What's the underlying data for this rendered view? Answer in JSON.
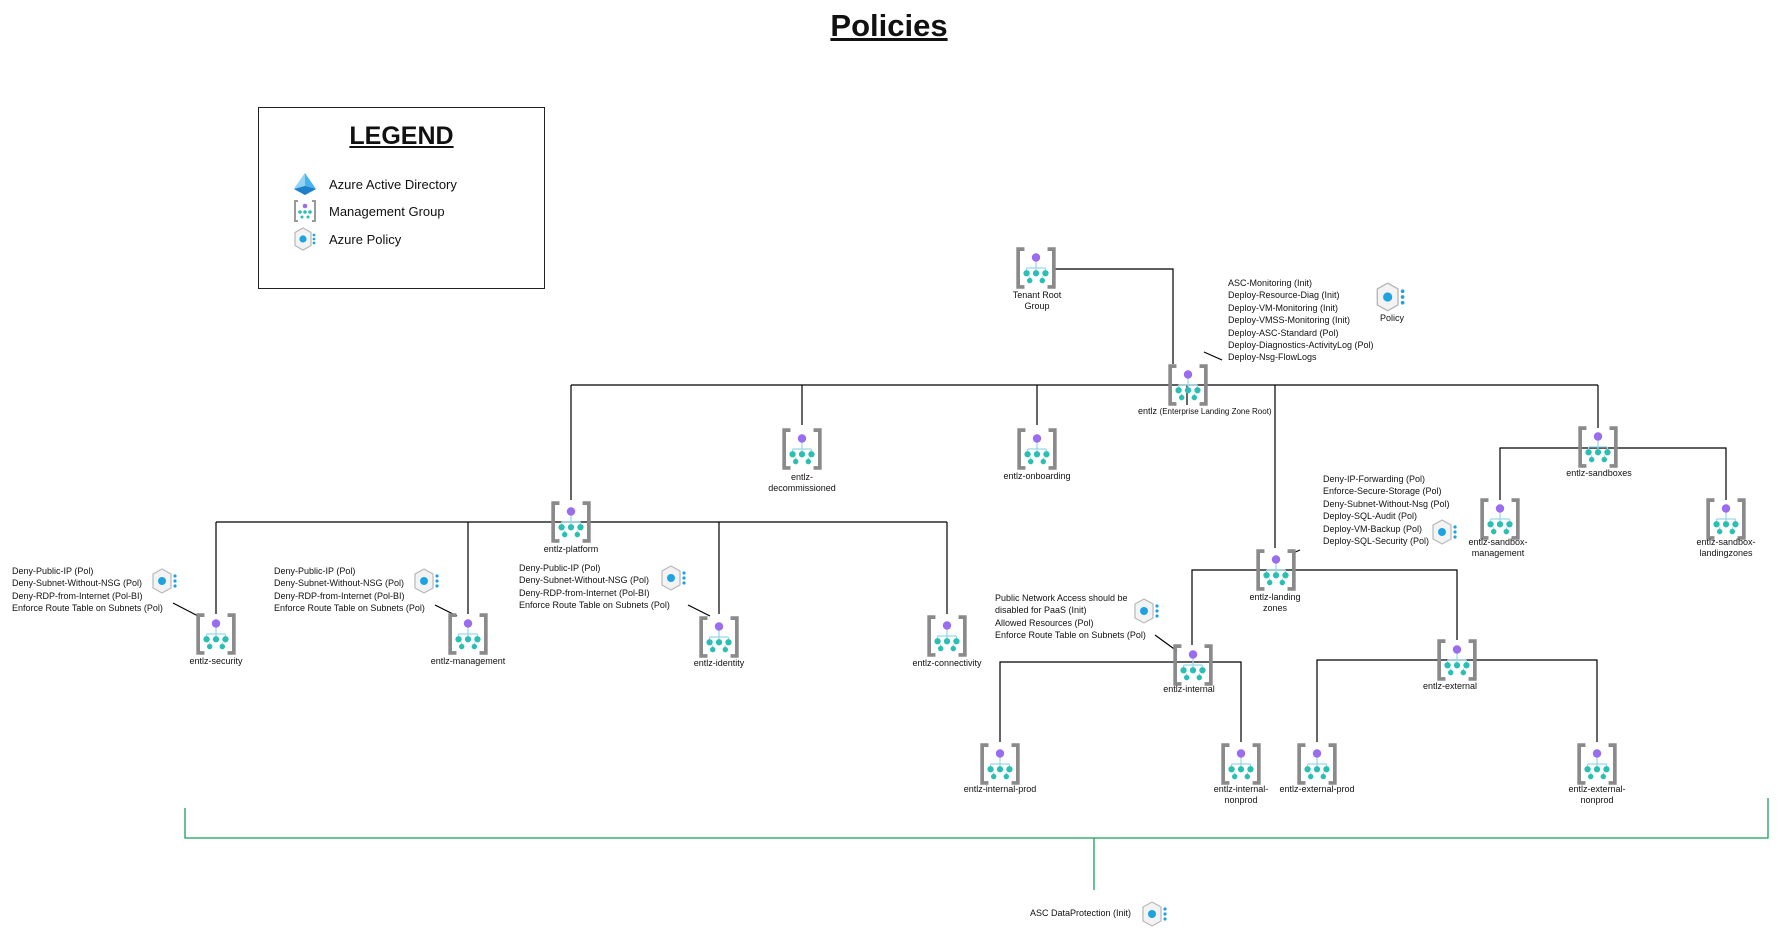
{
  "title": "Policies",
  "legend": {
    "title": "LEGEND",
    "items": [
      {
        "label": "Azure Active Directory",
        "icon": "azure-active-directory-icon"
      },
      {
        "label": "Management Group",
        "icon": "management-group-icon"
      },
      {
        "label": "Azure Policy",
        "icon": "azure-policy-icon"
      }
    ]
  },
  "colors": {
    "line": "#000000",
    "bracket": "#18a058",
    "mg_bracket": "#8a8a8a",
    "mg_top": "#9a6cf0",
    "mg_leaf": "#2bbfb4",
    "policy": "#1fa3e0"
  },
  "nodes": {
    "tenant_root": "Tenant Root Group",
    "entlz": "entlz",
    "entlz_sub": "(Enterprise Landing Zone Root)",
    "decommissioned": "entlz-decommissioned",
    "onboarding": "entlz-onboarding",
    "sandboxes": "entlz-sandboxes",
    "platform": "entlz-platform",
    "security": "entlz-security",
    "management": "entlz-management",
    "identity": "entlz-identity",
    "connectivity": "entlz-connectivity",
    "landing_zones": "entlz-landing zones",
    "internal": "entlz-internal",
    "external": "entlz-external",
    "internal_prod": "entlz-internal-prod",
    "internal_nonprod": "entlz-internal-nonprod",
    "external_prod": "entlz-external-prod",
    "external_nonprod": "entlz-external-nonprod",
    "sandbox_management": "entlz-sandbox-management",
    "sandbox_landingzones": "entlz-sandbox-landingzones"
  },
  "policy_label": "Policy",
  "policies": {
    "root": [
      "ASC-Monitoring (Init)",
      "Deploy-Resource-Diag (Init)",
      "Deploy-VM-Monitoring (Init)",
      "Deploy-VMSS-Monitoring (Init)",
      "Deploy-ASC-Standard (Pol)",
      "Deploy-Diagnostics-ActivityLog (Pol)",
      "Deploy-Nsg-FlowLogs"
    ],
    "security": [
      "Deny-Public-IP (Pol)",
      "Deny-Subnet-Without-NSG (Pol)",
      "Deny-RDP-from-Internet (Pol-BI)",
      "Enforce Route Table on Subnets (Pol)"
    ],
    "management": [
      "Deny-Public-IP (Pol)",
      "Deny-Subnet-Without-NSG (Pol)",
      "Deny-RDP-from-Internet (Pol-BI)",
      "Enforce Route Table on Subnets (Pol)"
    ],
    "identity": [
      "Deny-Public-IP (Pol)",
      "Deny-Subnet-Without-NSG (Pol)",
      "Deny-RDP-from-Internet (Pol-BI)",
      "Enforce Route Table on Subnets (Pol)"
    ],
    "landing_zones": [
      "Deny-IP-Forwarding (Pol)",
      "Enforce-Secure-Storage (Pol)",
      "Deny-Subnet-Without-Nsg (Pol)",
      "Deploy-SQL-Audit (Pol)",
      "Deploy-VM-Backup (Pol)",
      "Deploy-SQL-Security (Pol)"
    ],
    "internal": [
      "Public Network Access should be",
      "disabled for PaaS (Init)",
      "Allowed Resources (Pol)",
      "Enforce Route Table on Subnets (Pol)"
    ],
    "bottom": "ASC DataProtection (Init)"
  }
}
